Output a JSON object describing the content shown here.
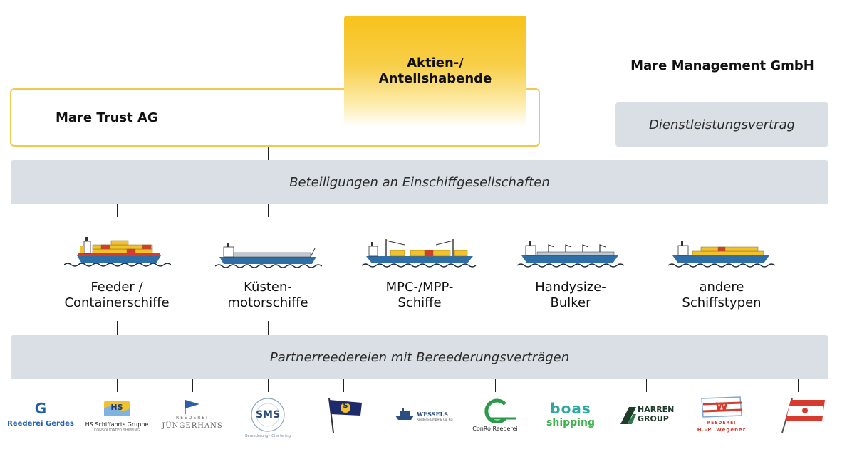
{
  "owner": {
    "trust_label": "Mare Trust AG",
    "shareholders_line1": "Aktien-/",
    "shareholders_line2": "Anteilshabende"
  },
  "management": {
    "title": "Mare Management GmbH",
    "service_label": "Dienstleistungsvertrag"
  },
  "participations_label": "Beteiligungen an Einschiffgesellschaften",
  "ship_types": [
    {
      "line1": "Feeder /",
      "line2": "Containerschiffe",
      "icon": "feeder-container-ship-icon"
    },
    {
      "line1": "Küsten-",
      "line2": "motorschiffe",
      "icon": "coastal-motor-ship-icon"
    },
    {
      "line1": "MPC-/MPP-",
      "line2": "Schiffe",
      "icon": "multipurpose-ship-icon"
    },
    {
      "line1": "Handysize-",
      "line2": "Bulker",
      "icon": "bulk-carrier-icon"
    },
    {
      "line1": "andere",
      "line2": "Schiffstypen",
      "icon": "other-ship-icon"
    }
  ],
  "partner_label": "Partnerreedereien mit Bereederungsverträgen",
  "partners": [
    {
      "name": "Reederei Gerdes",
      "mark": "G",
      "icon": "gerdes-logo"
    },
    {
      "name": "HS Schiffahrts Gruppe",
      "sub": "CONSOLIDATED SHIPPING",
      "mark": "HS",
      "icon": "hs-schiffahrt-logo"
    },
    {
      "name": "JÜNGERHANS",
      "sub": "REEDEREI",
      "icon": "juengerhans-logo"
    },
    {
      "name": "SMS",
      "sub": "Bereederung · Chartering",
      "icon": "sms-logo"
    },
    {
      "name": "",
      "mark": "S",
      "icon": "pennant-s-flag-logo"
    },
    {
      "name": "WESSELS",
      "sub": "Reederei GmbH & Co. KG",
      "icon": "wessels-logo"
    },
    {
      "name": "ConRo Reederei",
      "icon": "conro-logo"
    },
    {
      "name": "boas",
      "sub": "shipping",
      "icon": "boas-shipping-logo"
    },
    {
      "name": "HARREN",
      "sub": "GROUP",
      "icon": "harren-group-logo"
    },
    {
      "name": "REEDEREI",
      "sub": "H.-P. Wegener",
      "mark": "W",
      "icon": "wegener-logo"
    },
    {
      "name": "",
      "icon": "red-white-flag-logo"
    }
  ],
  "colors": {
    "accent_yellow": "#f7c21b",
    "bar_gray": "#d9dfe4",
    "hull_blue": "#2f6fa8",
    "cargo_yellow": "#f2c12e",
    "cargo_red": "#d63b2e"
  }
}
